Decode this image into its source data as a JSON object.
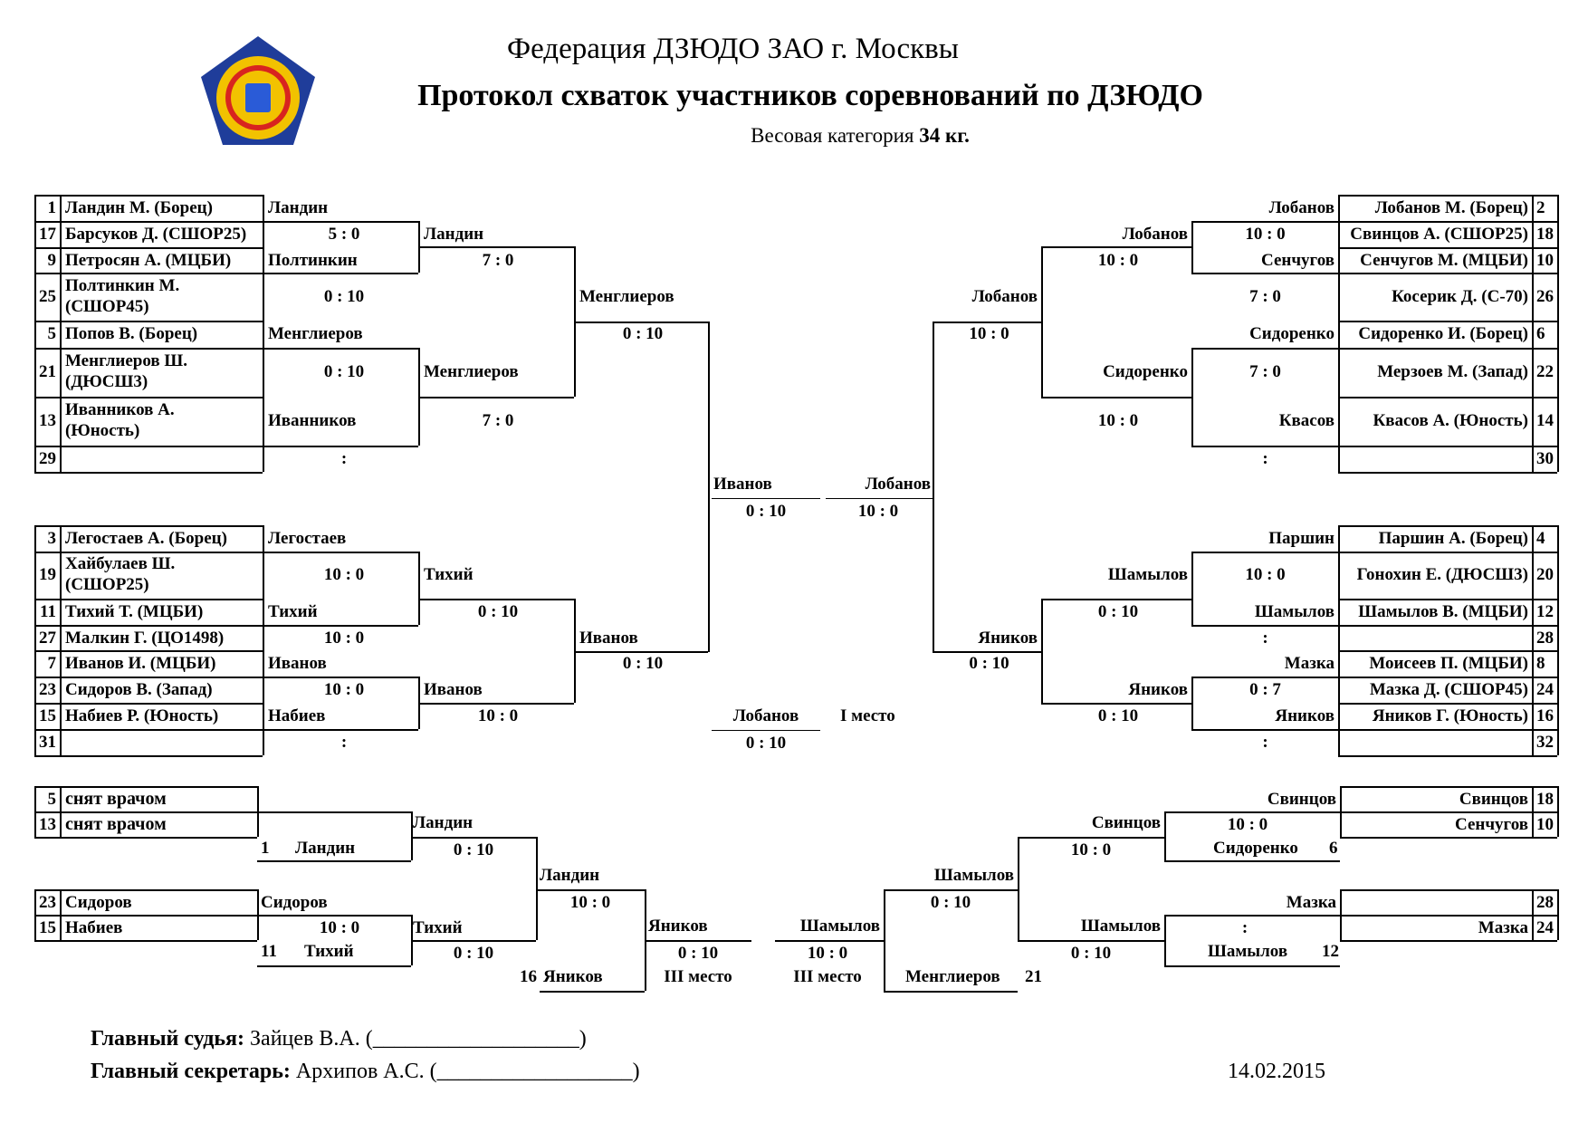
{
  "header": {
    "federation": "Федерация ДЗЮДО ЗАО г. Москвы",
    "title": "Протокол схваток участников соревнований по ДЗЮДО",
    "weight_label": "Весовая категория",
    "weight_value": "34 кг."
  },
  "emblem": {
    "colors": {
      "outer": "#1f3d9a",
      "ring": "#f2c200",
      "inner": "#d8241f",
      "shield": "#2a5bd7"
    }
  },
  "bracket_a": {
    "entrants": [
      {
        "num": "1",
        "name": "Ландин М. (Борец)"
      },
      {
        "num": "17",
        "name": "Барсуков Д. (СШОР25)"
      },
      {
        "num": "9",
        "name": "Петросян А. (МЦБИ)"
      },
      {
        "num": "25",
        "name": "Полтинкин М. (СШОР45)"
      },
      {
        "num": "5",
        "name": "Попов В. (Борец)"
      },
      {
        "num": "21",
        "name": "Менглиеров Ш. (ДЮСШ3)"
      },
      {
        "num": "13",
        "name": "Иванников А. (Юность)"
      },
      {
        "num": "29",
        "name": ""
      }
    ],
    "round1": [
      {
        "winner": "Ландин",
        "score": "5 : 0"
      },
      {
        "winner": "Полтинкин",
        "score": "0 : 10"
      },
      {
        "winner": "Менглиеров",
        "score": "0 : 10"
      },
      {
        "winner": "Иванников",
        "score": ":"
      }
    ],
    "round2": [
      {
        "winner": "Ландин",
        "score": "7 : 0"
      },
      {
        "winner": "Менглиеров",
        "score": "7 : 0"
      }
    ],
    "round3": {
      "winner": "Менглиеров",
      "score": "0 : 10"
    }
  },
  "bracket_b": {
    "entrants": [
      {
        "num": "2",
        "name": "Лобанов М. (Борец)"
      },
      {
        "num": "18",
        "name": "Свинцов А. (СШОР25)"
      },
      {
        "num": "10",
        "name": "Сенчугов М. (МЦБИ)"
      },
      {
        "num": "26",
        "name": "Косерик Д. (С-70)"
      },
      {
        "num": "6",
        "name": "Сидоренко И. (Борец)"
      },
      {
        "num": "22",
        "name": "Мерзоев М. (Запад)"
      },
      {
        "num": "14",
        "name": "Квасов А. (Юность)"
      },
      {
        "num": "30",
        "name": ""
      }
    ],
    "round1": [
      {
        "winner": "Лобанов",
        "score": "10 : 0"
      },
      {
        "winner": "Сенчугов",
        "score": "7 : 0"
      },
      {
        "winner": "Сидоренко",
        "score": "7 : 0"
      },
      {
        "winner": "Квасов",
        "score": ":"
      }
    ],
    "round2": [
      {
        "winner": "Лобанов",
        "score": "10 : 0"
      },
      {
        "winner": "Сидоренко",
        "score": "10 : 0"
      }
    ],
    "round3": {
      "winner": "Лобанов",
      "score": "10 : 0"
    }
  },
  "bracket_c": {
    "entrants": [
      {
        "num": "3",
        "name": "Легостаев А. (Борец)"
      },
      {
        "num": "19",
        "name": "Хайбулаев Ш. (СШОР25)"
      },
      {
        "num": "11",
        "name": "Тихий Т. (МЦБИ)"
      },
      {
        "num": "27",
        "name": "Малкин Г. (ЦО1498)"
      },
      {
        "num": "7",
        "name": "Иванов И. (МЦБИ)"
      },
      {
        "num": "23",
        "name": "Сидоров В. (Запад)"
      },
      {
        "num": "15",
        "name": "Набиев Р. (Юность)"
      },
      {
        "num": "31",
        "name": ""
      }
    ],
    "round1": [
      {
        "winner": "Легостаев",
        "score": "10 : 0"
      },
      {
        "winner": "Тихий",
        "score": "10 : 0"
      },
      {
        "winner": "Иванов",
        "score": "10 : 0"
      },
      {
        "winner": "Набиев",
        "score": ":"
      }
    ],
    "round2": [
      {
        "winner": "Тихий",
        "score": "0 : 10"
      },
      {
        "winner": "Иванов",
        "score": "10 : 0"
      }
    ],
    "round3": {
      "winner": "Иванов",
      "score": "0 : 10"
    }
  },
  "bracket_d": {
    "entrants": [
      {
        "num": "4",
        "name": "Паршин А. (Борец)"
      },
      {
        "num": "20",
        "name": "Гонохин Е. (ДЮСШ3)"
      },
      {
        "num": "12",
        "name": "Шамылов В. (МЦБИ)"
      },
      {
        "num": "28",
        "name": ""
      },
      {
        "num": "8",
        "name": "Моисеев П. (МЦБИ)"
      },
      {
        "num": "24",
        "name": "Мазка Д. (СШОР45)"
      },
      {
        "num": "16",
        "name": "Яников Г. (Юность)"
      },
      {
        "num": "32",
        "name": ""
      }
    ],
    "round1": [
      {
        "winner": "Паршин",
        "score": "10 : 0"
      },
      {
        "winner": "Шамылов",
        "score": ":"
      },
      {
        "winner": "Мазка",
        "score": "0 : 7"
      },
      {
        "winner": "Яников",
        "score": ":"
      }
    ],
    "round2": [
      {
        "winner": "Шамылов",
        "score": "0 : 10"
      },
      {
        "winner": "Яников",
        "score": "0 : 10"
      }
    ],
    "round3": {
      "winner": "Яников",
      "score": "0 : 10"
    }
  },
  "semifinals": {
    "left": {
      "winner": "Иванов",
      "score": "0 : 10"
    },
    "right": {
      "winner": "Лобанов",
      "score": "10 : 0"
    }
  },
  "final": {
    "winner": "Лобанов",
    "score": "0 : 10",
    "place": "I место"
  },
  "repechage": {
    "left": {
      "entries": [
        {
          "num": "5",
          "name": "снят врачом"
        },
        {
          "num": "13",
          "name": "снят врачом"
        },
        {
          "num": "23",
          "name": "Сидоров"
        },
        {
          "num": "15",
          "name": "Набиев"
        }
      ],
      "feed_top": {
        "num": "1",
        "name": "Ландин"
      },
      "feed_bottom": {
        "num": "11",
        "name": "Тихий"
      },
      "r1_top": {
        "winner": "Ландин",
        "score": "0 : 10"
      },
      "r1_bottom_winner": "Сидоров",
      "r1_bottom_score": "10 : 0",
      "r2_bottom": {
        "winner": "Тихий",
        "score": "0 : 10"
      },
      "r3": {
        "winner": "Ландин",
        "score": "10 : 0"
      },
      "bronze_feed": {
        "num": "16",
        "name": "Яников"
      },
      "bronze": {
        "winner": "Яников",
        "score": "0 : 10",
        "place": "III место"
      }
    },
    "right": {
      "entries": [
        {
          "num": "18",
          "name": "Свинцов"
        },
        {
          "num": "10",
          "name": "Сенчугов"
        },
        {
          "num": "28",
          "name": ""
        },
        {
          "num": "24",
          "name": "Мазка"
        }
      ],
      "r1_top_winner": "Свинцов",
      "r1_top_score": "10 : 0",
      "feed_top": {
        "num": "6",
        "name": "Сидоренко"
      },
      "r1_bottom_winner": "Мазка",
      "r1_bottom_score": ":",
      "feed_bottom": {
        "num": "12",
        "name": "Шамылов"
      },
      "r2_top": {
        "winner": "Свинцов",
        "score": "10 : 0"
      },
      "r2_bottom": {
        "winner": "Шамылов",
        "score": "0 : 10"
      },
      "r3": {
        "winner": "Шамылов",
        "score": "0 : 10"
      },
      "bronze_feed": {
        "num": "21",
        "name": "Менглиеров"
      },
      "bronze": {
        "winner": "Шамылов",
        "score": "10 : 0",
        "place": "III место"
      }
    }
  },
  "footer": {
    "judge_label": "Главный судья:",
    "judge_name": "Зайцев В.А. (___________________)",
    "secretary_label": "Главный секретарь:",
    "secretary_name": "Архипов А.С. (__________________)",
    "date": "14.02.2015"
  }
}
